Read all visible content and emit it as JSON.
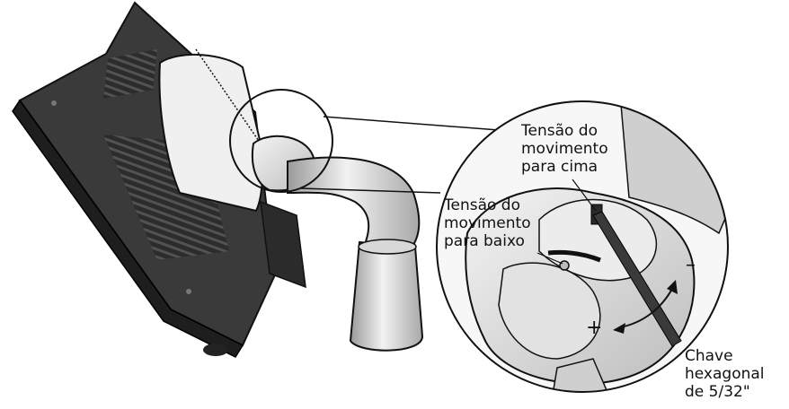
{
  "labels": {
    "upward_tension": "Tensão do\nmovimento\npara cima",
    "downward_tension": "Tensão do\nmovimento\npara baixo",
    "plus": "+",
    "minus": "–",
    "hex_key": "Chave\nhexagonal\nde 5/32\""
  }
}
